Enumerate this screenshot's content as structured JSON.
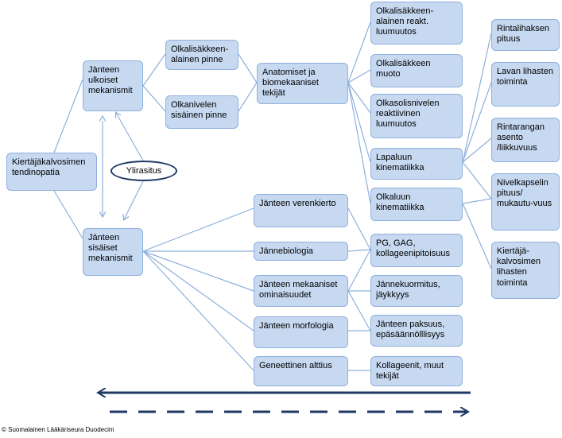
{
  "nodes": {
    "root": "Kiertäjäkalvosimen tendinopatia",
    "external": "Jänteen ulkoiset mekanismit",
    "internal": "Jänteen sisäiset mekanismit",
    "overload": "Ylirasitus",
    "acromion_surface": "Olkalisäkkeen-alainen pinne",
    "glenoid_internal": "Olkanivelen sisäinen pinne",
    "anatomical": "Anatomiset ja biomekaaniset tekijät",
    "subacromial_reactive": "Olkalisäkkeen-alainen reakt. luumuutos",
    "acromion_shape": "Olkalisäkkeen muoto",
    "ac_joint": "Olkasolisnivelen reaktiivinen luumuutos",
    "scapula_kinematics": "Lapaluun kinematiikka",
    "humerus_kinematics": "Olkaluun kinematiikka",
    "pec_minor": "Rintalihaksen pituus",
    "scapular_muscles": "Lavan lihasten toiminta",
    "thoracic_spine": "Rintarangan asento /liikkuvuus",
    "capsule": "Nivelkapselin pituus/ mukautu-vuus",
    "rotator_cuff_muscles": "Kiertäjä-kalvosimen lihasten toiminta",
    "circulation": "Jänteen verenkierto",
    "biology": "Jännebiologia",
    "mechanical": "Jänteen mekaaniset ominaisuudet",
    "morphology": "Jänteen morfologia",
    "genetic": "Geneettinen alttius",
    "pg_gag": "PG, GAG, kollageenipitoisuus",
    "loading": "Jännekuormitus, jäykkyys",
    "thickness": "Jänteen paksuus, epäsäännölllisyys",
    "collagens": "Kollageenit, muut tekijät"
  },
  "footer": {
    "copyright": "© Suomalainen Lääkäriseura Duodecim"
  },
  "colors": {
    "box_fill": "#c6d9f1",
    "box_border": "#8eb0db",
    "connector": "#8eb0db",
    "arrow": "#1f3864"
  }
}
